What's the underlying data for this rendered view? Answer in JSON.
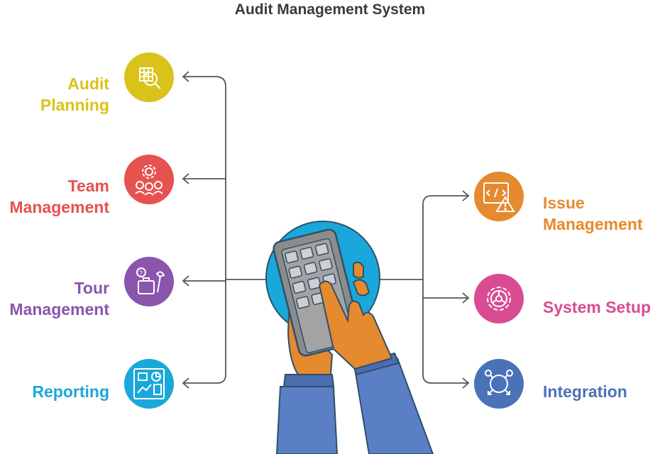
{
  "title": "Audit Management System",
  "left_items": [
    {
      "lines": [
        "Audit",
        "Planning"
      ],
      "color": "#d9c31a",
      "icon": "document-search-icon"
    },
    {
      "lines": [
        "Team",
        "Management"
      ],
      "color": "#e5524f",
      "icon": "team-gear-icon"
    },
    {
      "lines": [
        "Tour",
        "Management"
      ],
      "color": "#8a55ac",
      "icon": "luggage-umbrella-icon"
    },
    {
      "lines": [
        "Reporting"
      ],
      "color": "#1aa8da",
      "icon": "dashboard-report-icon"
    }
  ],
  "right_items": [
    {
      "lines": [
        "Issue",
        "Management"
      ],
      "color": "#e58a2e",
      "icon": "code-warning-icon"
    },
    {
      "lines": [
        "System Setup"
      ],
      "color": "#d94c92",
      "icon": "settings-gear-icon"
    },
    {
      "lines": [
        "Integration"
      ],
      "color": "#4a72b8",
      "icon": "network-arrows-icon"
    }
  ],
  "center_icon": "hand-calculator-icon"
}
